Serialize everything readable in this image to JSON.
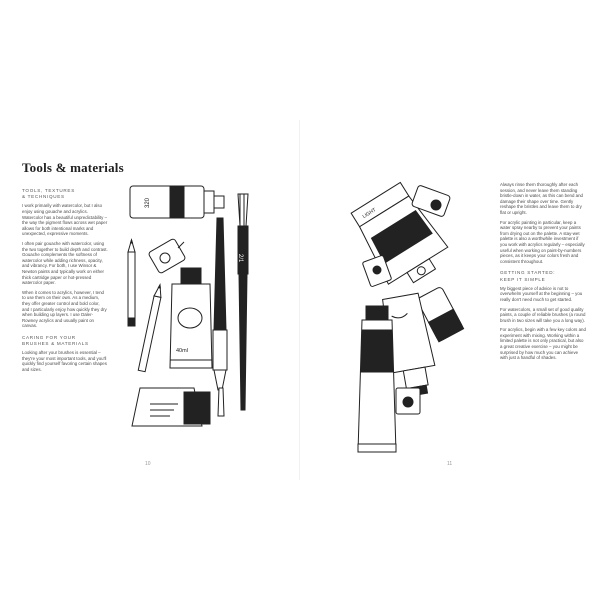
{
  "left_page": {
    "title": "Tools & materials",
    "section1_heading": [
      "TOOLS, TEXTURES",
      "& TECHNIQUES"
    ],
    "section1_paragraphs": [
      "I work primarily with watercolor, but I also enjoy using gouache and acrylics. Watercolor has a beautiful unpredictability – the way the pigment flows across wet paper allows for both intentional marks and unexpected, expressive moments.",
      "I often pair gouache with watercolor, using the two together to build depth and contrast. Gouache complements the softness of watercolor while adding richness, opacity, and vibrancy. For both, I use Winsor & Newton paints and typically work on either thick cartridge paper or hot-pressed watercolor paper.",
      "When it comes to acrylics, however, I tend to use them on their own. As a medium, they offer greater control and bold color, and I particularly enjoy how quickly they dry when building up layers. I use Daler-Rowney acrylics and usually paint on canvas."
    ],
    "section2_heading": [
      "CARING FOR YOUR",
      "BRUSHES & MATERIALS"
    ],
    "section2_paragraphs": [
      "Looking after your brushes is essential – they're your most important tools, and you'll quickly find yourself favoring certain shapes and sizes."
    ],
    "page_number": "10"
  },
  "right_page": {
    "paragraphs_top": [
      "Always rinse them thoroughly after each session, and never leave them standing bristle-down in water, as this can bend and damage their shape over time. Gently reshape the bristles and leave them to dry flat or upright.",
      "For acrylic painting in particular, keep a water spray nearby to prevent your paints from drying out on the palette. A stay-wet palette is also a worthwhile investment if you work with acrylics regularly – especially useful when working on paint-by-numbers pieces, as it keeps your colors fresh and consistent throughout."
    ],
    "section_heading": [
      "GETTING STARTED:",
      "KEEP IT SIMPLE"
    ],
    "paragraphs_bottom": [
      "My biggest piece of advice is not to overwhelm yourself at the beginning – you really don't need much to get started.",
      "For watercolors, a small set of good quality paints, a couple of reliable brushes (a round brush in two sizes will take you a long way).",
      "For acrylics, begin with a few key colors and experiment with mixing. Working within a limited palette is not only practical, but also a great creative exercise – you might be surprised by how much you can achieve with just a handful of shades."
    ],
    "page_number": "11"
  },
  "illustrations": {
    "left_labels": [
      "320",
      "2/1",
      "40ml"
    ],
    "right_labels": [
      "LIGHT"
    ]
  },
  "colors": {
    "ink": "#222222",
    "text": "#4a4a4a",
    "muted": "#999999",
    "paper": "#ffffff"
  }
}
